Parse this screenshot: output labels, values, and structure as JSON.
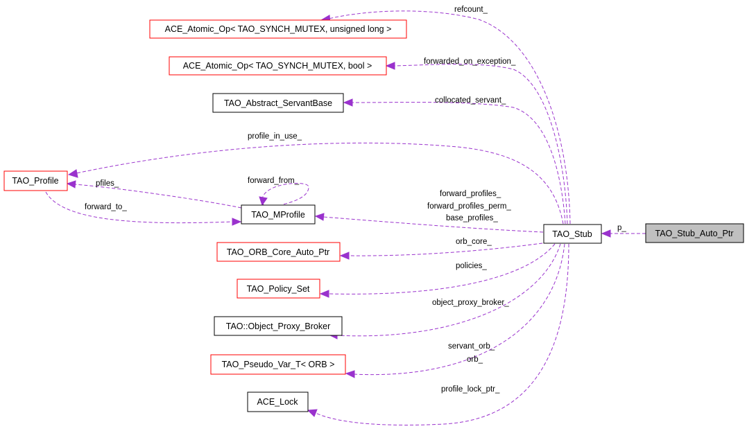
{
  "colors": {
    "edge": "#9a32cd",
    "node_border_truncated": "#ff0000",
    "node_border_complete": "#000000",
    "focus_node_fill": "#c0c0c0"
  },
  "nodes": {
    "ace_atomic_op_ulong": {
      "label": "ACE_Atomic_Op< TAO_SYNCH_MUTEX, unsigned long >",
      "border": "red"
    },
    "ace_atomic_op_bool": {
      "label": "ACE_Atomic_Op< TAO_SYNCH_MUTEX, bool >",
      "border": "red"
    },
    "tao_abstract_servantbase": {
      "label": "TAO_Abstract_ServantBase",
      "border": "black"
    },
    "tao_profile": {
      "label": "TAO_Profile",
      "border": "red"
    },
    "tao_mprofile": {
      "label": "TAO_MProfile",
      "border": "black"
    },
    "tao_orb_core_auto_ptr": {
      "label": "TAO_ORB_Core_Auto_Ptr",
      "border": "red"
    },
    "tao_policy_set": {
      "label": "TAO_Policy_Set",
      "border": "red"
    },
    "tao_object_proxy_broker": {
      "label": "TAO::Object_Proxy_Broker",
      "border": "black"
    },
    "tao_pseudo_var_t_orb": {
      "label": "TAO_Pseudo_Var_T< ORB >",
      "border": "red"
    },
    "ace_lock": {
      "label": "ACE_Lock",
      "border": "black"
    },
    "tao_stub": {
      "label": "TAO_Stub",
      "border": "black"
    },
    "tao_stub_auto_ptr": {
      "label": "TAO_Stub_Auto_Ptr",
      "border": "black",
      "focus": true
    }
  },
  "edges": {
    "refcount": {
      "labels": [
        "refcount_"
      ]
    },
    "forwarded_on_exception": {
      "labels": [
        "forwarded_on_exception_"
      ]
    },
    "collocated_servant": {
      "labels": [
        "collocated_servant_"
      ]
    },
    "profile_in_use": {
      "labels": [
        "profile_in_use_"
      ]
    },
    "pfiles": {
      "labels": [
        "pfiles_"
      ]
    },
    "forward_from": {
      "labels": [
        "forward_from_"
      ]
    },
    "forward_to": {
      "labels": [
        "forward_to_"
      ]
    },
    "mprofile_members": {
      "labels": [
        "forward_profiles_",
        "forward_profiles_perm_",
        "base_profiles_"
      ]
    },
    "orb_core": {
      "labels": [
        "orb_core_"
      ]
    },
    "policies": {
      "labels": [
        "policies_"
      ]
    },
    "object_proxy_broker": {
      "labels": [
        "object_proxy_broker_"
      ]
    },
    "servant_orb": {
      "labels": [
        "servant_orb_",
        "orb_"
      ]
    },
    "profile_lock_ptr": {
      "labels": [
        "profile_lock_ptr_"
      ]
    },
    "p": {
      "labels": [
        "p_"
      ]
    }
  }
}
